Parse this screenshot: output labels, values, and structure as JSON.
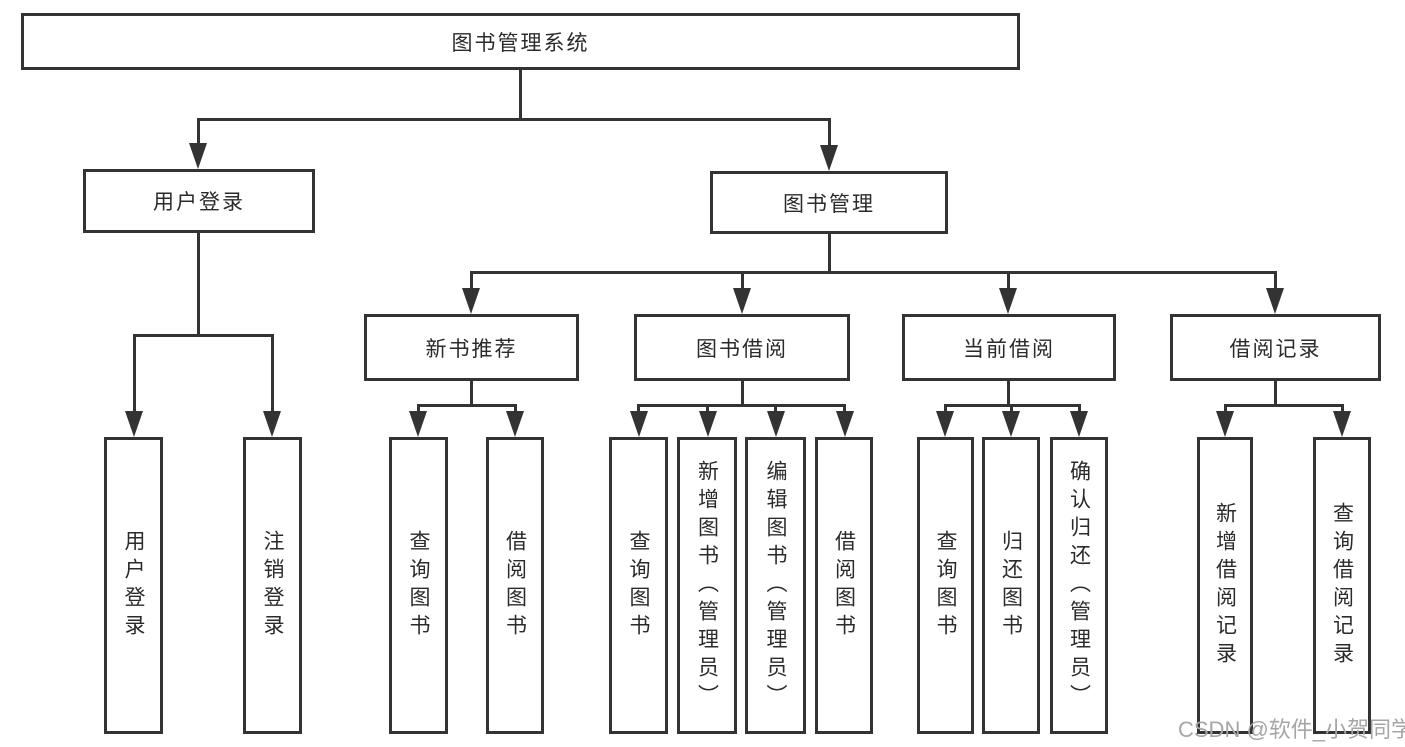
{
  "diagram": {
    "root": {
      "label": "图书管理系统"
    },
    "branches": [
      {
        "label": "用户登录",
        "children": [
          "用户登录",
          "注销登录"
        ]
      },
      {
        "label": "图书管理",
        "sections": [
          {
            "label": "新书推荐",
            "children": [
              "查询图书",
              "借阅图书"
            ]
          },
          {
            "label": "图书借阅",
            "children": [
              "查询图书",
              "新增图书（管理员）",
              "编辑图书（管理员）",
              "借阅图书"
            ]
          },
          {
            "label": "当前借阅",
            "children": [
              "查询图书",
              "归还图书",
              "确认归还（管理员）"
            ]
          },
          {
            "label": "借阅记录",
            "children": [
              "新增借阅记录",
              "查询借阅记录"
            ]
          }
        ]
      }
    ],
    "watermark": "CSDN @软件_小贺同学",
    "colors": {
      "line": "#333333",
      "text": "#2b2b2b",
      "watermark": "#a6a6a6",
      "background": "#ffffff"
    }
  }
}
